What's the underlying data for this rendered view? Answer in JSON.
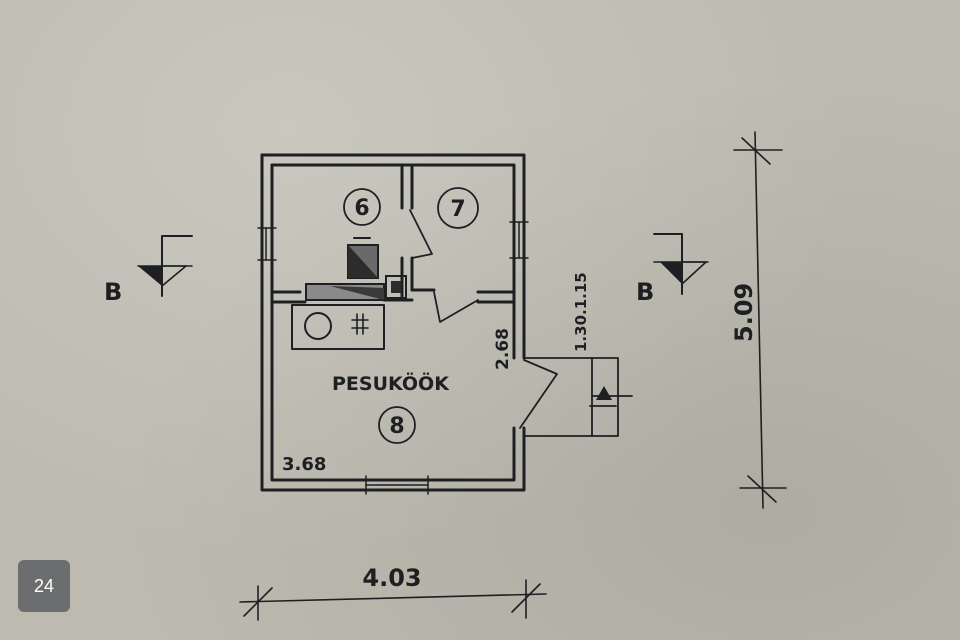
{
  "page_badge": "24",
  "rooms": {
    "room_6": "6",
    "room_7": "7",
    "room_8": "8",
    "room_8_name": "PESUKÖÖK",
    "room_8_area": "3.68",
    "room_8_height": "2.68"
  },
  "dimensions": {
    "width": "4.03",
    "height": "5.09",
    "window": "1.30.1.15"
  },
  "section_marks": {
    "left": "B",
    "right": "B"
  },
  "colors": {
    "ink": "#1e1f22",
    "paper": "#bdbbb0",
    "badge": "#6c6d6f"
  }
}
